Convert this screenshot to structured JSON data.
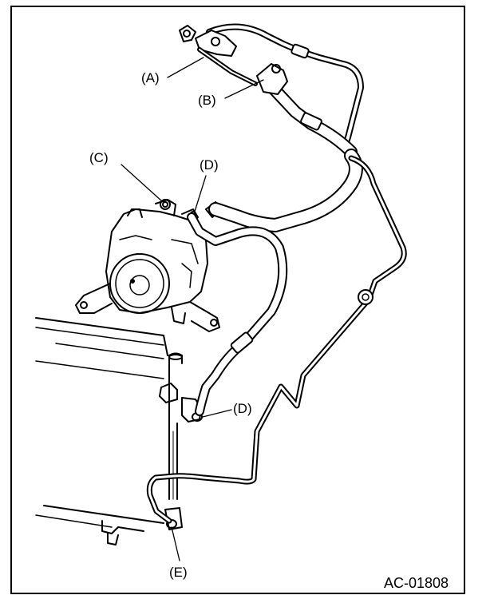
{
  "figure": {
    "id": "AC-01808",
    "callouts": {
      "a": "(A)",
      "b": "(B)",
      "c": "(C)",
      "d1": "(D)",
      "d2": "(D)",
      "e": "(E)"
    }
  },
  "colors": {
    "line": "#000000",
    "background": "#ffffff"
  }
}
